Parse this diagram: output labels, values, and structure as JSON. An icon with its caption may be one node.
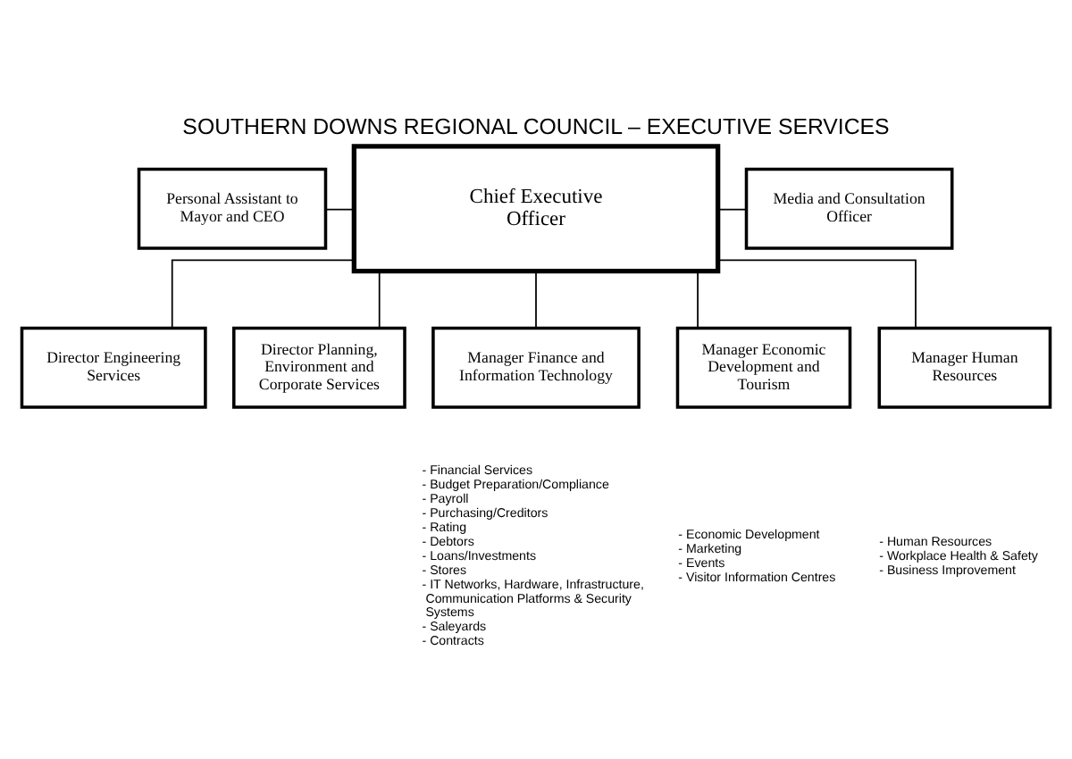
{
  "diagram": {
    "title": "SOUTHERN DOWNS REGIONAL COUNCIL – EXECUTIVE SERVICES",
    "nodes": [
      {
        "text": [
          "Personal Assistant to Mayor and CEO"
        ]
      },
      {
        "text": [
          "Chief Executive Officer"
        ]
      },
      {
        "text": [
          "Media and Consultation Officer"
        ]
      },
      {
        "text": [
          "Director Engineering Services"
        ]
      },
      {
        "text": [
          "Director Planning, Environment and Corporate Services"
        ]
      },
      {
        "text": [
          "Manager Finance and Information Technology"
        ],
        "beside": [
          "- Financial Services",
          "- Budget Preparation/Compliance",
          "- Payroll",
          "- Purchasing/Creditors",
          "- Rating",
          "- Debtors",
          "- Loans/Investments",
          "- Stores",
          "- IT Networks, Hardware, Infrastructure, Communication Platforms & Security Systems",
          "- Saleyards",
          "- Contracts"
        ]
      },
      {
        "text": [
          "Manager Economic Development and Tourism"
        ],
        "beside": [
          "- Economic Development",
          "- Marketing",
          "- Events",
          "- Visitor Information Centres"
        ]
      },
      {
        "text": [
          "Manager Human Resources"
        ],
        "beside": [
          "- Human Resources",
          "- Workplace Health & Safety",
          "- Business Improvement"
        ]
      }
    ],
    "edges": [
      {
        "from": 0,
        "to": 1,
        "arrow": "none"
      },
      {
        "from": 1,
        "to": 2,
        "arrow": "none"
      },
      {
        "from": 1,
        "to": 3,
        "arrow": "none"
      },
      {
        "from": 1,
        "to": 4,
        "arrow": "none"
      },
      {
        "from": 1,
        "to": 5,
        "arrow": "none"
      },
      {
        "from": 1,
        "to": 6,
        "arrow": "none"
      },
      {
        "from": 1,
        "to": 7,
        "arrow": "none"
      }
    ]
  }
}
